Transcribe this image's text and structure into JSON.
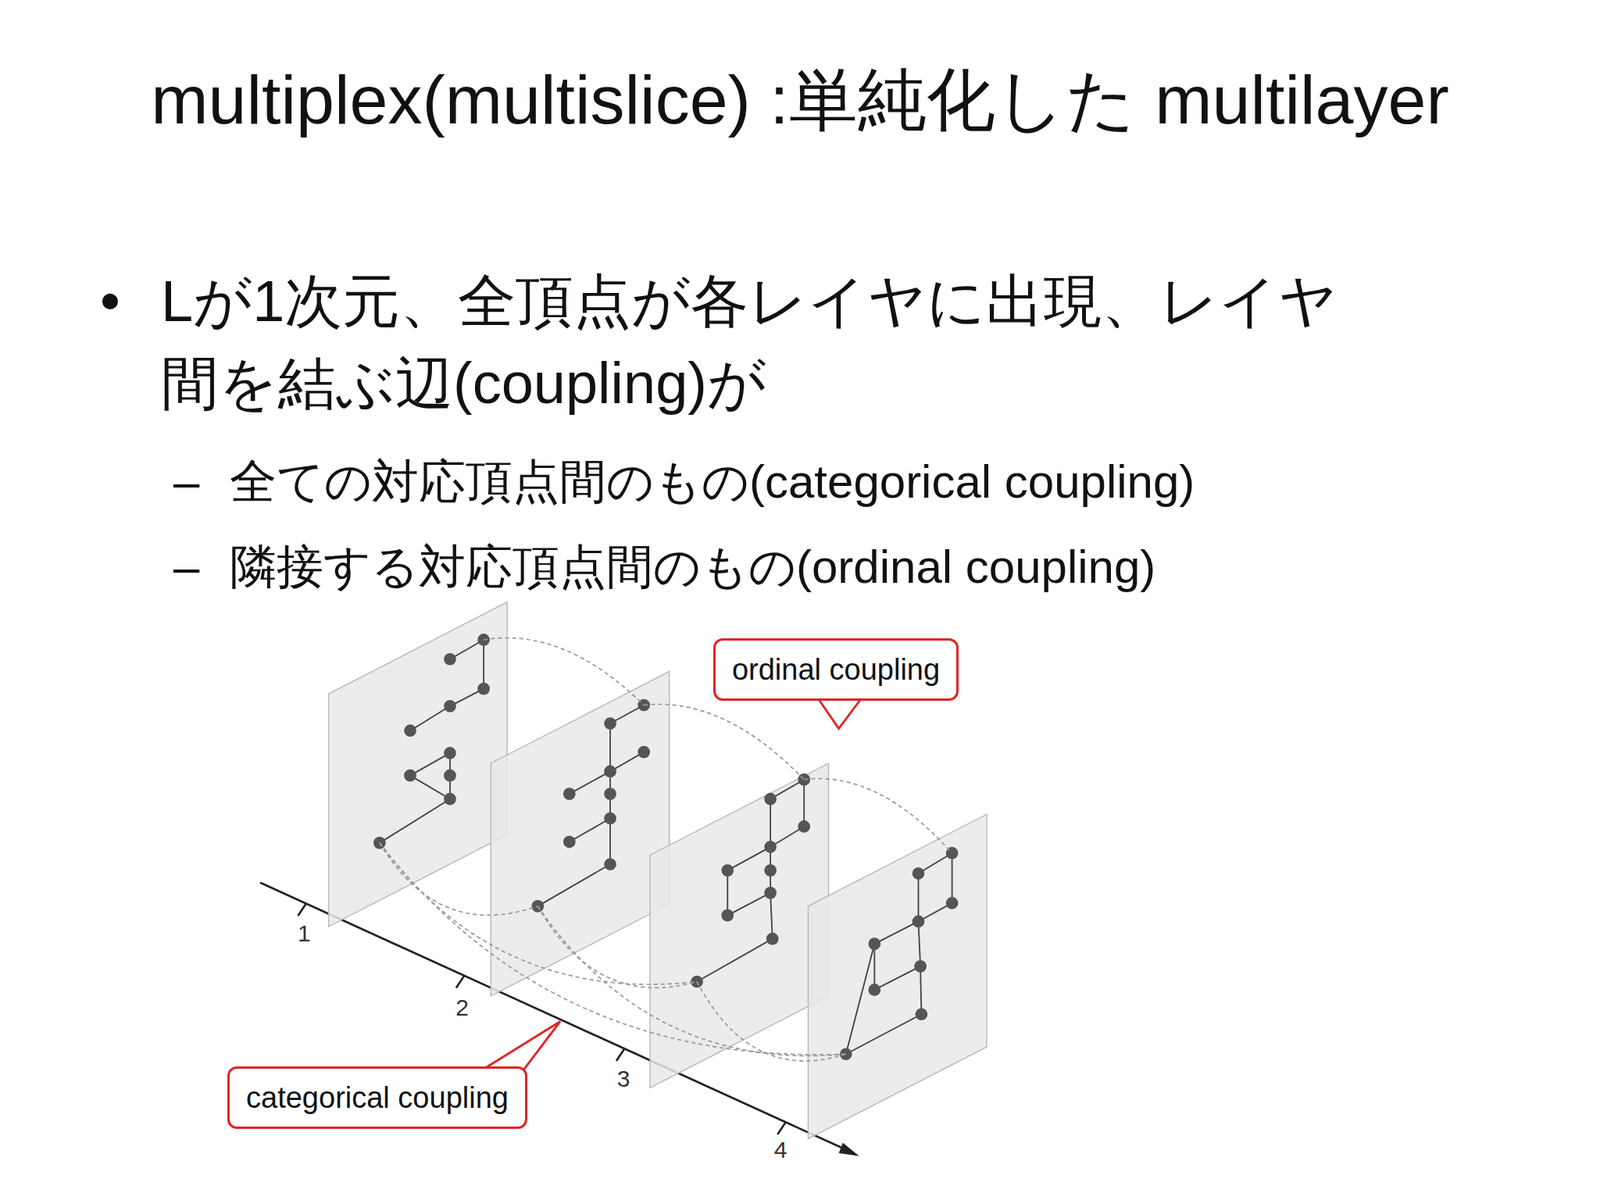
{
  "diagram": {
    "title": "multiplex(multislice) :単純化した multilayer",
    "nodes": [
      {
        "text": [
          "ordinal coupling"
        ]
      },
      {
        "text": [
          "categorical coupling"
        ]
      }
    ],
    "labels": [
      "•",
      "Lが1次元、全頂点が各レイヤに出現、レイヤ 間を結ぶ辺(coupling)が",
      "–",
      "全ての対応頂点間のもの(categorical coupling)",
      "–",
      "隣接する対応頂点間のもの(ordinal coupling)",
      "1",
      "2",
      "3",
      "4"
    ]
  }
}
